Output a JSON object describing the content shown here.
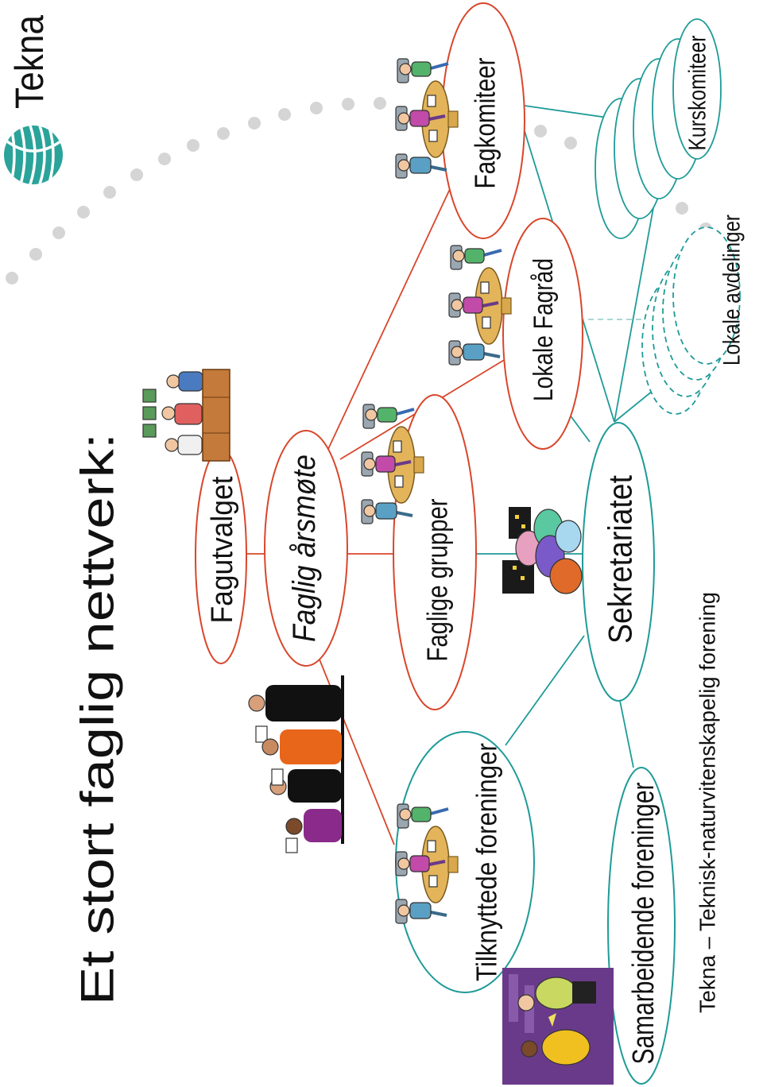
{
  "title": "Et stort faglig nettverk:",
  "logo": {
    "text": "Tekna",
    "icon": "tekna-globe-icon"
  },
  "nodes": {
    "fagutvalget": "Fagutvalget",
    "faglig_arsmote": "Faglig årsmøte",
    "faglige_grupper": "Faglige grupper",
    "lokale_fagrad": "Lokale Fagråd",
    "fagkomiteer": "Fagkomiteer",
    "tilknyttede": "Tilknyttede foreninger",
    "sekretariatet": "Sekretariatet",
    "samarbeidende": "Samarbeidende foreninger",
    "kurskomiteer": "Kurskomiteer",
    "lokale_avdelinger": "Lokale avdelinger"
  },
  "footer": "Tekna – Teknisk-naturvitenskapelig forening",
  "colors": {
    "red": "#d9462b",
    "teal": "#1e9b98",
    "logo": "#2aa39a",
    "dots": "#d5d5d5",
    "footer": "#a3a3a3"
  },
  "illustrations": [
    "meeting-table-icon",
    "committee-desk-icon",
    "business-people-icon",
    "city-crowd-icon",
    "handshake-icon"
  ]
}
